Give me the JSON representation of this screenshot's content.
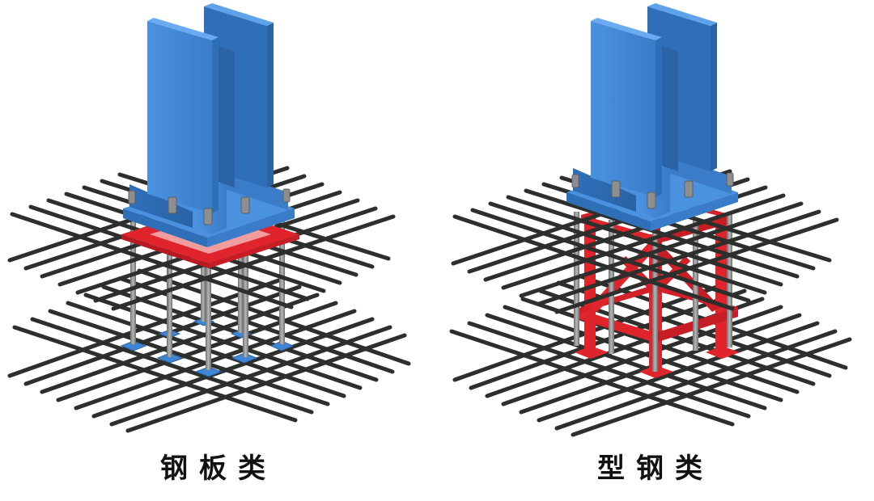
{
  "figures": [
    {
      "id": "steel-plate-type",
      "caption": "钢板类",
      "support_type": "steel plate",
      "colors": {
        "column": "#3f86d6",
        "support": "#e0242c",
        "rebar": "#2d2f2d",
        "anchor_bolt": "#8c8e90"
      }
    },
    {
      "id": "section-steel-type",
      "caption": "型钢类",
      "support_type": "section steel frame",
      "colors": {
        "column": "#3f86d6",
        "support": "#e0242c",
        "rebar": "#2d2f2d",
        "anchor_bolt": "#8c8e90"
      }
    }
  ]
}
